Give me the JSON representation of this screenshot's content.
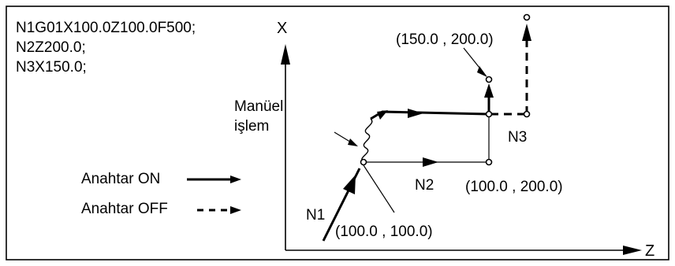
{
  "program": {
    "line1": "N1G01X100.0Z100.0F500;",
    "line2": "N2Z200.0;",
    "line3": "N3X150.0;"
  },
  "axes": {
    "x_label": "X",
    "z_label": "Z"
  },
  "manual": {
    "line1": "Manüel",
    "line2": "işlem"
  },
  "legend": {
    "on_label": "Anahtar ON",
    "off_label": "Anahtar OFF"
  },
  "blocks": {
    "n1": "N1",
    "n2": "N2",
    "n3": "N3"
  },
  "points": {
    "p_100_100": "(100.0 , 100.0)",
    "p_100_200": "(100.0 , 200.0)",
    "p_150_200": "(150.0 , 200.0)"
  }
}
